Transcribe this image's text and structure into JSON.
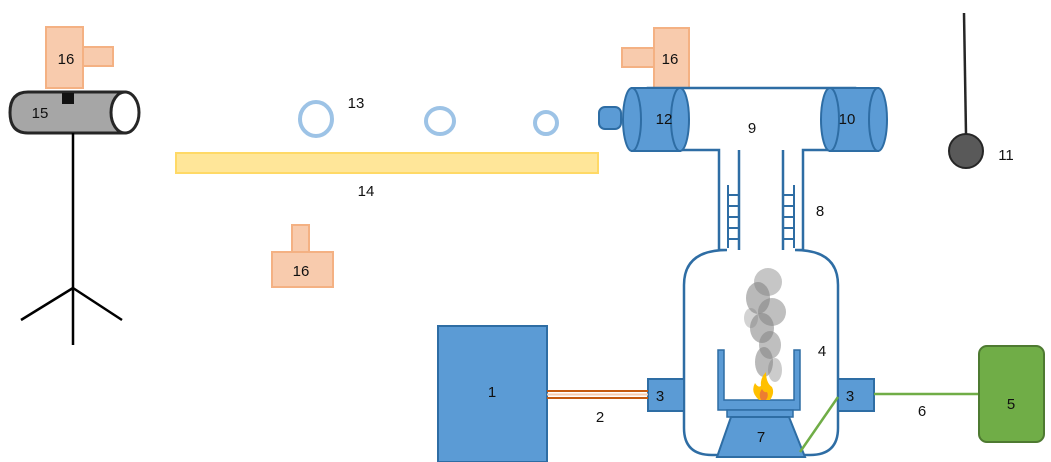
{
  "labels": {
    "n1": "1",
    "n2": "2",
    "n3a": "3",
    "n3b": "3",
    "n4": "4",
    "n5": "5",
    "n6": "6",
    "n7": "7",
    "n8": "8",
    "n9": "9",
    "n10": "10",
    "n11": "11",
    "n12": "12",
    "n13": "13",
    "n14": "14",
    "n15": "15",
    "n16a": "16",
    "n16b": "16",
    "n16c": "16"
  },
  "colors": {
    "blue_fill": "#5b9bd5",
    "blue_stroke": "#2e6da4",
    "orange_fill": "#f8cbad",
    "orange_stroke": "#f4b183",
    "yellow_fill": "#ffe699",
    "yellow_stroke": "#ffd966",
    "green_fill": "#70ad47",
    "green_stroke": "#4e7a31",
    "gray_fill": "#a6a6a6",
    "dark_gray": "#595959",
    "ring": "#9dc3e6",
    "wire": "#c55a11",
    "green_wire": "#70ad47",
    "flame": "#ffc000"
  },
  "icons": {
    "camera": "camera-icon",
    "tripod": "tripod-icon",
    "flame": "flame-icon",
    "smoke": "smoke-icon",
    "pendulum": "pendulum-icon"
  }
}
